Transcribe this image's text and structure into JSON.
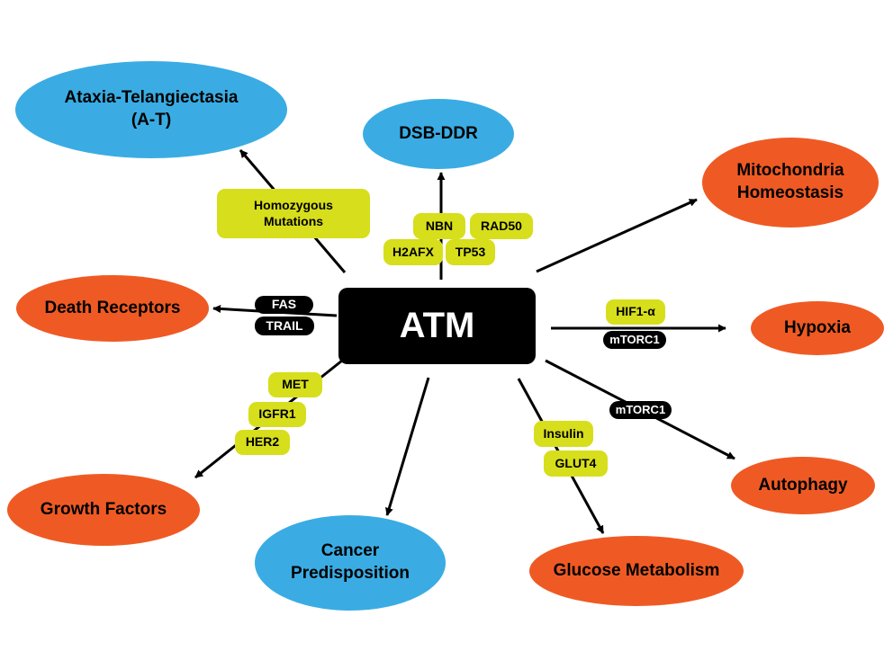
{
  "center": {
    "label": "ATM"
  },
  "nodes": {
    "at": {
      "line1": "Ataxia-Telangiectasia",
      "line2": "(A-T)",
      "color": "#3aace3"
    },
    "dsb": {
      "label": "DSB-DDR",
      "color": "#3aace3"
    },
    "mito": {
      "line1": "Mitochondria",
      "line2": "Homeostasis",
      "color": "#ef5a24"
    },
    "death": {
      "label": "Death Receptors",
      "color": "#ef5a24"
    },
    "hypoxia": {
      "label": "Hypoxia",
      "color": "#ef5a24"
    },
    "growth": {
      "label": "Growth Factors",
      "color": "#ef5a24"
    },
    "cancer": {
      "line1": "Cancer",
      "line2": "Predisposition",
      "color": "#3aace3"
    },
    "glucose": {
      "label": "Glucose Metabolism",
      "color": "#ef5a24"
    },
    "autophagy": {
      "label": "Autophagy",
      "color": "#ef5a24"
    }
  },
  "tags": {
    "homozygous": {
      "line1": "Homozygous",
      "line2": "Mutations"
    },
    "nbn": "NBN",
    "rad50": "RAD50",
    "h2afx": "H2AFX",
    "tp53": "TP53",
    "fas": "FAS",
    "trail": "TRAIL",
    "hif1a": "HIF1-α",
    "mtorc1_hypoxia": "mTORC1",
    "mtorc1_autophagy": "mTORC1",
    "met": "MET",
    "igfr1": "IGFR1",
    "her2": "HER2",
    "insulin": "Insulin",
    "glut4": "GLUT4"
  },
  "colors": {
    "blue": "#3aace3",
    "orange": "#ef5a24",
    "yellow": "#d7de1b",
    "black": "#000000"
  }
}
